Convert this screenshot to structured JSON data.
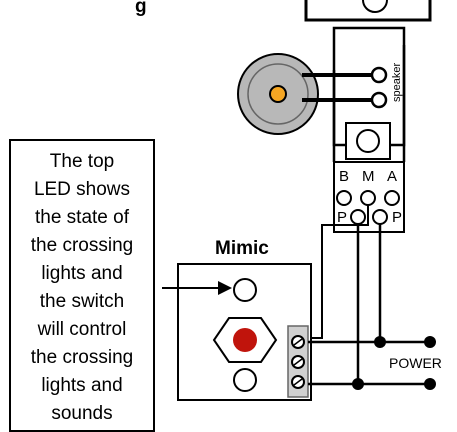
{
  "top_label_fragment": "g",
  "mimic": {
    "title": "Mimic"
  },
  "note": {
    "lines": [
      "The top",
      "LED shows",
      "the state of",
      "the crossing",
      "lights and",
      "the switch",
      "will control",
      "the crossing",
      "lights and",
      "sounds"
    ]
  },
  "speaker": {
    "label": "speaker"
  },
  "connector": {
    "pin_b": "B",
    "pin_m": "M",
    "pin_a": "A",
    "pin_p_left": "P",
    "pin_p_right": "P"
  },
  "power": {
    "label": "POWER"
  },
  "colors": {
    "led_red": "#c0140c",
    "speaker_center": "#f5a623",
    "speaker_body": "#b8b8b8",
    "terminal_box": "#d0d0d0"
  }
}
